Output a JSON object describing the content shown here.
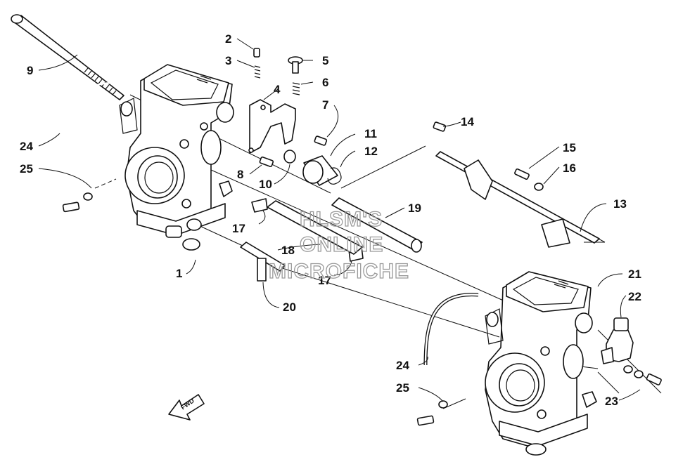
{
  "callouts": [
    {
      "id": "c1",
      "text": "1"
    },
    {
      "id": "c2",
      "text": "2"
    },
    {
      "id": "c3",
      "text": "3"
    },
    {
      "id": "c4",
      "text": "4"
    },
    {
      "id": "c5",
      "text": "5"
    },
    {
      "id": "c6",
      "text": "6"
    },
    {
      "id": "c7",
      "text": "7"
    },
    {
      "id": "c8",
      "text": "8"
    },
    {
      "id": "c9",
      "text": "9"
    },
    {
      "id": "c10",
      "text": "10"
    },
    {
      "id": "c11",
      "text": "11"
    },
    {
      "id": "c12",
      "text": "12"
    },
    {
      "id": "c13",
      "text": "13"
    },
    {
      "id": "c14",
      "text": "14"
    },
    {
      "id": "c15",
      "text": "15"
    },
    {
      "id": "c16",
      "text": "16"
    },
    {
      "id": "c17a",
      "text": "17"
    },
    {
      "id": "c17b",
      "text": "17"
    },
    {
      "id": "c18",
      "text": "18"
    },
    {
      "id": "c19",
      "text": "19"
    },
    {
      "id": "c20",
      "text": "20"
    },
    {
      "id": "c21",
      "text": "21"
    },
    {
      "id": "c22",
      "text": "22"
    },
    {
      "id": "c23",
      "text": "23"
    },
    {
      "id": "c24a",
      "text": "24"
    },
    {
      "id": "c24b",
      "text": "24"
    },
    {
      "id": "c25a",
      "text": "25"
    },
    {
      "id": "c25b",
      "text": "25"
    }
  ],
  "watermark": {
    "line1": "HLSM'S",
    "line2": "ONLINE",
    "line3": "MICROFICHE"
  },
  "fwd_arrow": {
    "text": "FWD"
  }
}
